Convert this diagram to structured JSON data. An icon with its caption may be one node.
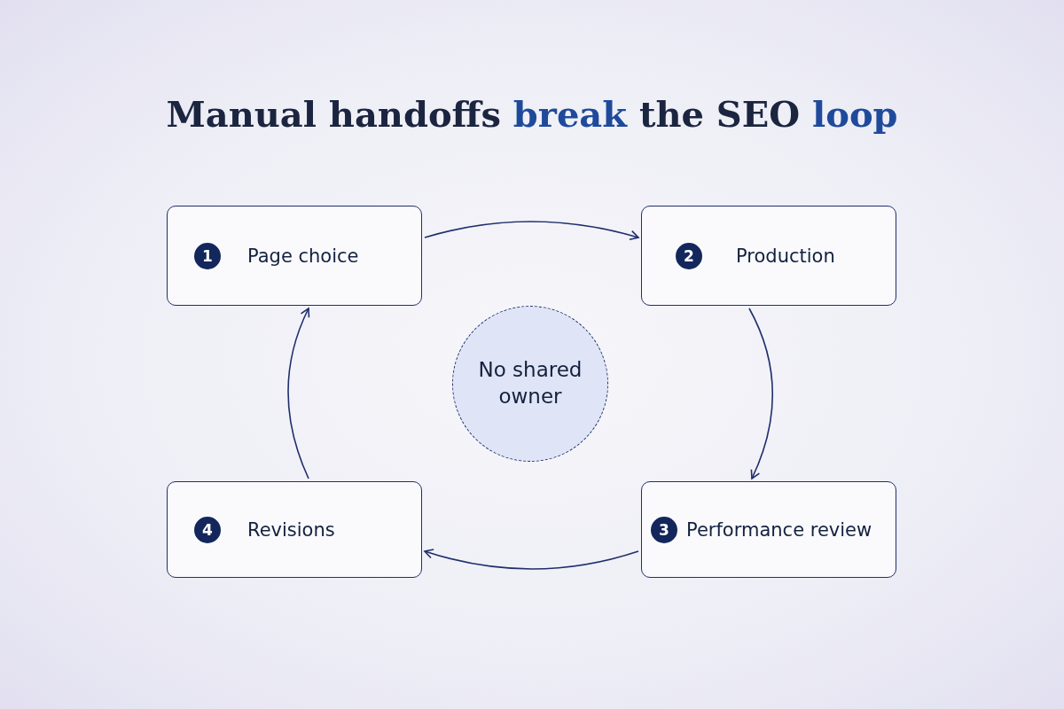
{
  "diagram": {
    "title": "Manual handoffs **break** the SEO **loop**",
    "nodes": [
      {
        "text": [
          "1",
          "Page choice"
        ]
      },
      {
        "text": [
          "2",
          "Production"
        ]
      },
      {
        "text": [
          "3",
          "Performance review"
        ]
      },
      {
        "text": [
          "4",
          "Revisions"
        ]
      },
      {
        "text": [
          "No shared owner"
        ]
      }
    ],
    "edges": [
      {
        "from": 0,
        "to": 1,
        "arrow": "to"
      },
      {
        "from": 1,
        "to": 2,
        "arrow": "to"
      },
      {
        "from": 2,
        "to": 3,
        "arrow": "to"
      },
      {
        "from": 3,
        "to": 0,
        "arrow": "to"
      }
    ]
  }
}
